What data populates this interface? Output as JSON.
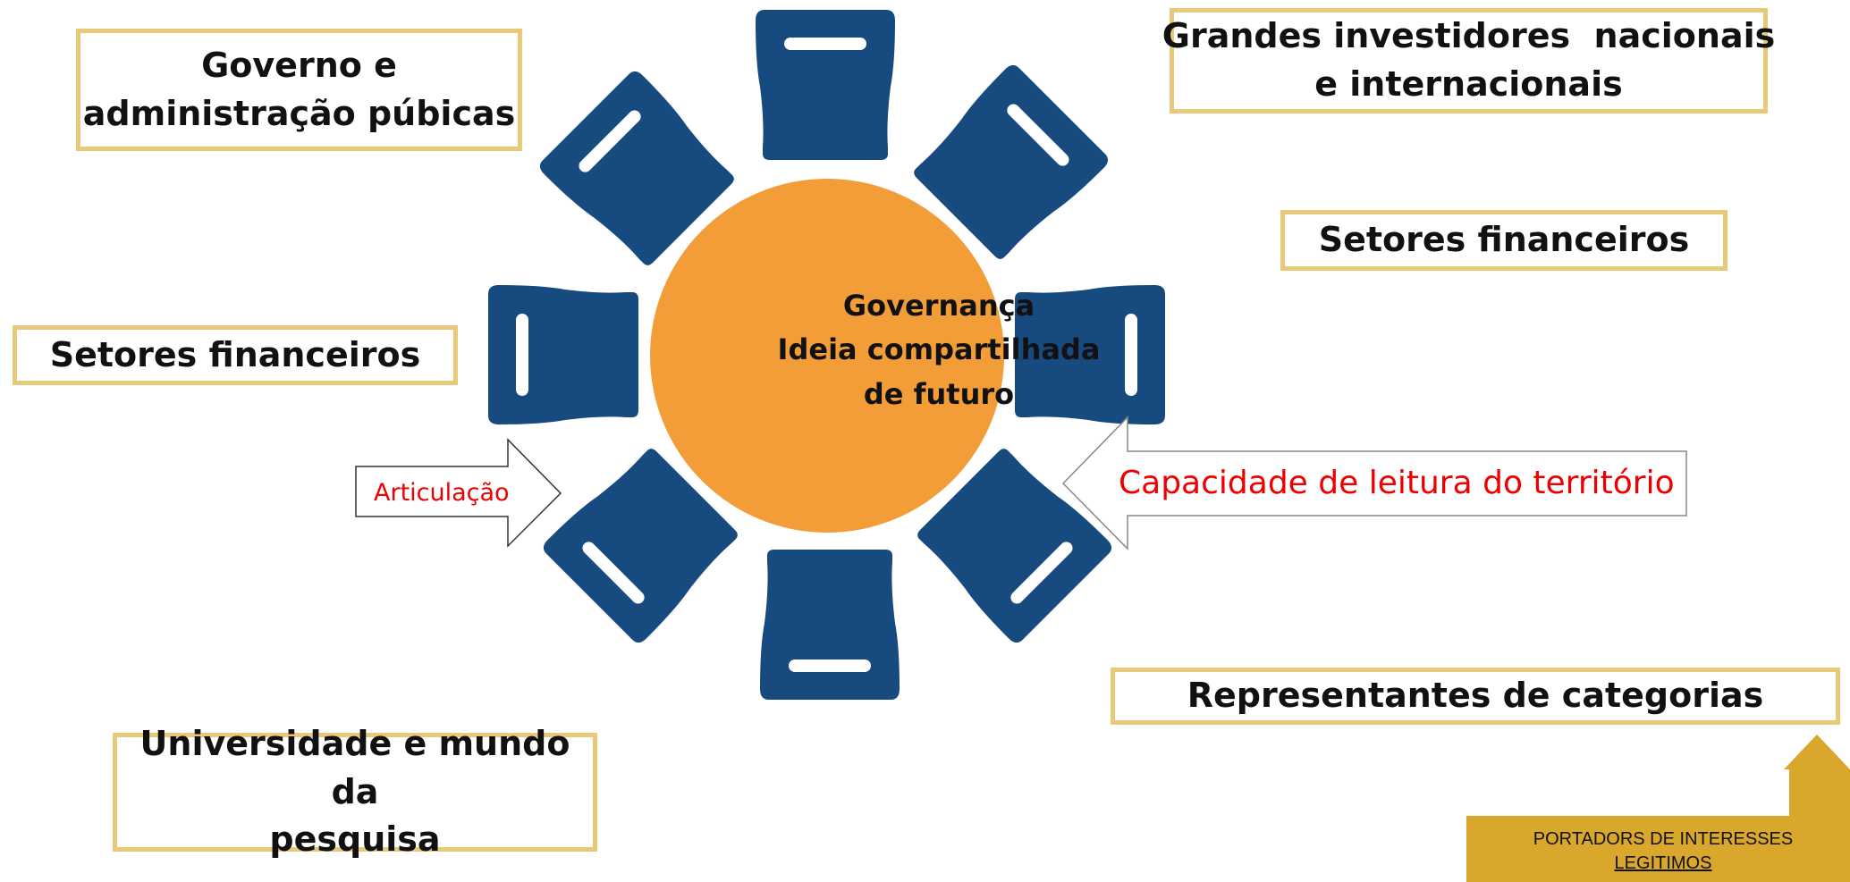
{
  "center": {
    "line1": "Governança",
    "line2": "Ideia compartilhada",
    "line3": "de futuro"
  },
  "stakeholders": {
    "governo": [
      "Governo e",
      "administração púbicas"
    ],
    "grandes": [
      "Grandes investidores  nacionais",
      "e internacionais"
    ],
    "setores_right": "Setores financeiros",
    "setores_left": "Setores financeiros",
    "representantes": "Representantes de categorias",
    "universidade": [
      "Universidade e mundo da",
      "pesquisa"
    ]
  },
  "arrows": {
    "left": "Articulação",
    "right": "Capacidade de leitura do território"
  },
  "badge": {
    "line1": "PORTADORS DE INTERESSES",
    "line2": "LEGITIMOS"
  },
  "colors": {
    "chair": "#174b80",
    "table": "#f29d38",
    "box_border": "#e8c97a",
    "badge": "#d8a72c",
    "arrow_text": "#ee0000"
  }
}
